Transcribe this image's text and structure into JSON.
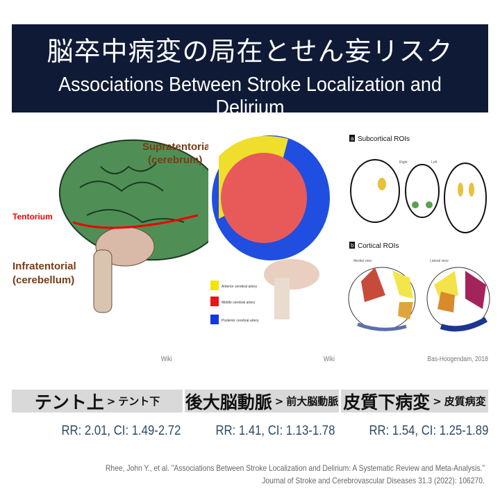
{
  "title": {
    "japanese": "脳卒中病変の局在とせん妄リスク",
    "english": "Associations Between Stroke Localization and Delirium"
  },
  "figures": {
    "left": {
      "labels": {
        "supra1": "Supratentorial",
        "supra2": "(cerebrum)",
        "tentorium": "Tentorium",
        "infra1": "Infratentorial",
        "infra2": "(cerebellum)"
      },
      "credit": "Wiki"
    },
    "middle": {
      "legend": [
        {
          "label": "Anterior cerebral artery",
          "color": "#f5e400"
        },
        {
          "label": "Middle cerebral artery",
          "color": "#e8141c"
        },
        {
          "label": "Posterior cerebral artery",
          "color": "#1438e0"
        }
      ],
      "credit": "Wiki"
    },
    "right": {
      "panel_a": "Subcortical ROIs",
      "panel_a_letter": "a",
      "panel_b": "Cortical ROIs",
      "panel_b_letter": "b",
      "right": "Right",
      "left": "Left",
      "medial": "Medial view",
      "lateral": "Lateral view",
      "credit": "Bas-Hoogendam, 2018"
    }
  },
  "comparisons": [
    {
      "main": "テント上",
      "separator": ">",
      "other": "テント下",
      "stat": "RR: 2.01, CI: 1.49-2.72"
    },
    {
      "main": "後大脳動脈",
      "separator": ">",
      "other": "前大脳動脈",
      "stat": "RR: 1.41, CI: 1.13-1.78"
    },
    {
      "main": "皮質下病変",
      "separator": ">",
      "other": "皮質病変",
      "stat": "RR: 1.54, CI: 1.25-1.89"
    }
  ],
  "reference": {
    "line1": "Rhee, John Y., et al. \"Associations Between Stroke Localization and Delirium: A Systematic Review and Meta-Analysis.\"",
    "line2": "Journal of Stroke and Cerebrovascular Diseases 31.3 (2022): 106270."
  }
}
